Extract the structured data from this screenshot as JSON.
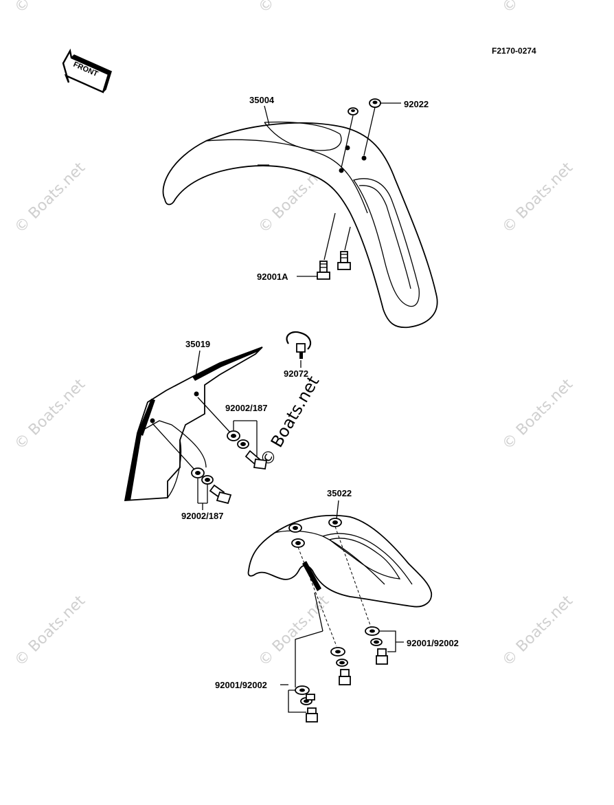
{
  "diagram": {
    "ref_code": "F2170-0274",
    "front_label": "FRONT",
    "watermark": "© Boats.net",
    "parts": {
      "front_fender": "35004",
      "front_fender_nut": "92022",
      "front_fender_bolt": "92001A",
      "rear_flap": "35019",
      "clamp": "92072",
      "flap_bolt_upper": "92002/187",
      "flap_bolt_lower": "92002/187",
      "rear_fender": "35022",
      "rear_bolt_right": "92001/92002",
      "rear_bolt_left": "92001/92002"
    }
  }
}
